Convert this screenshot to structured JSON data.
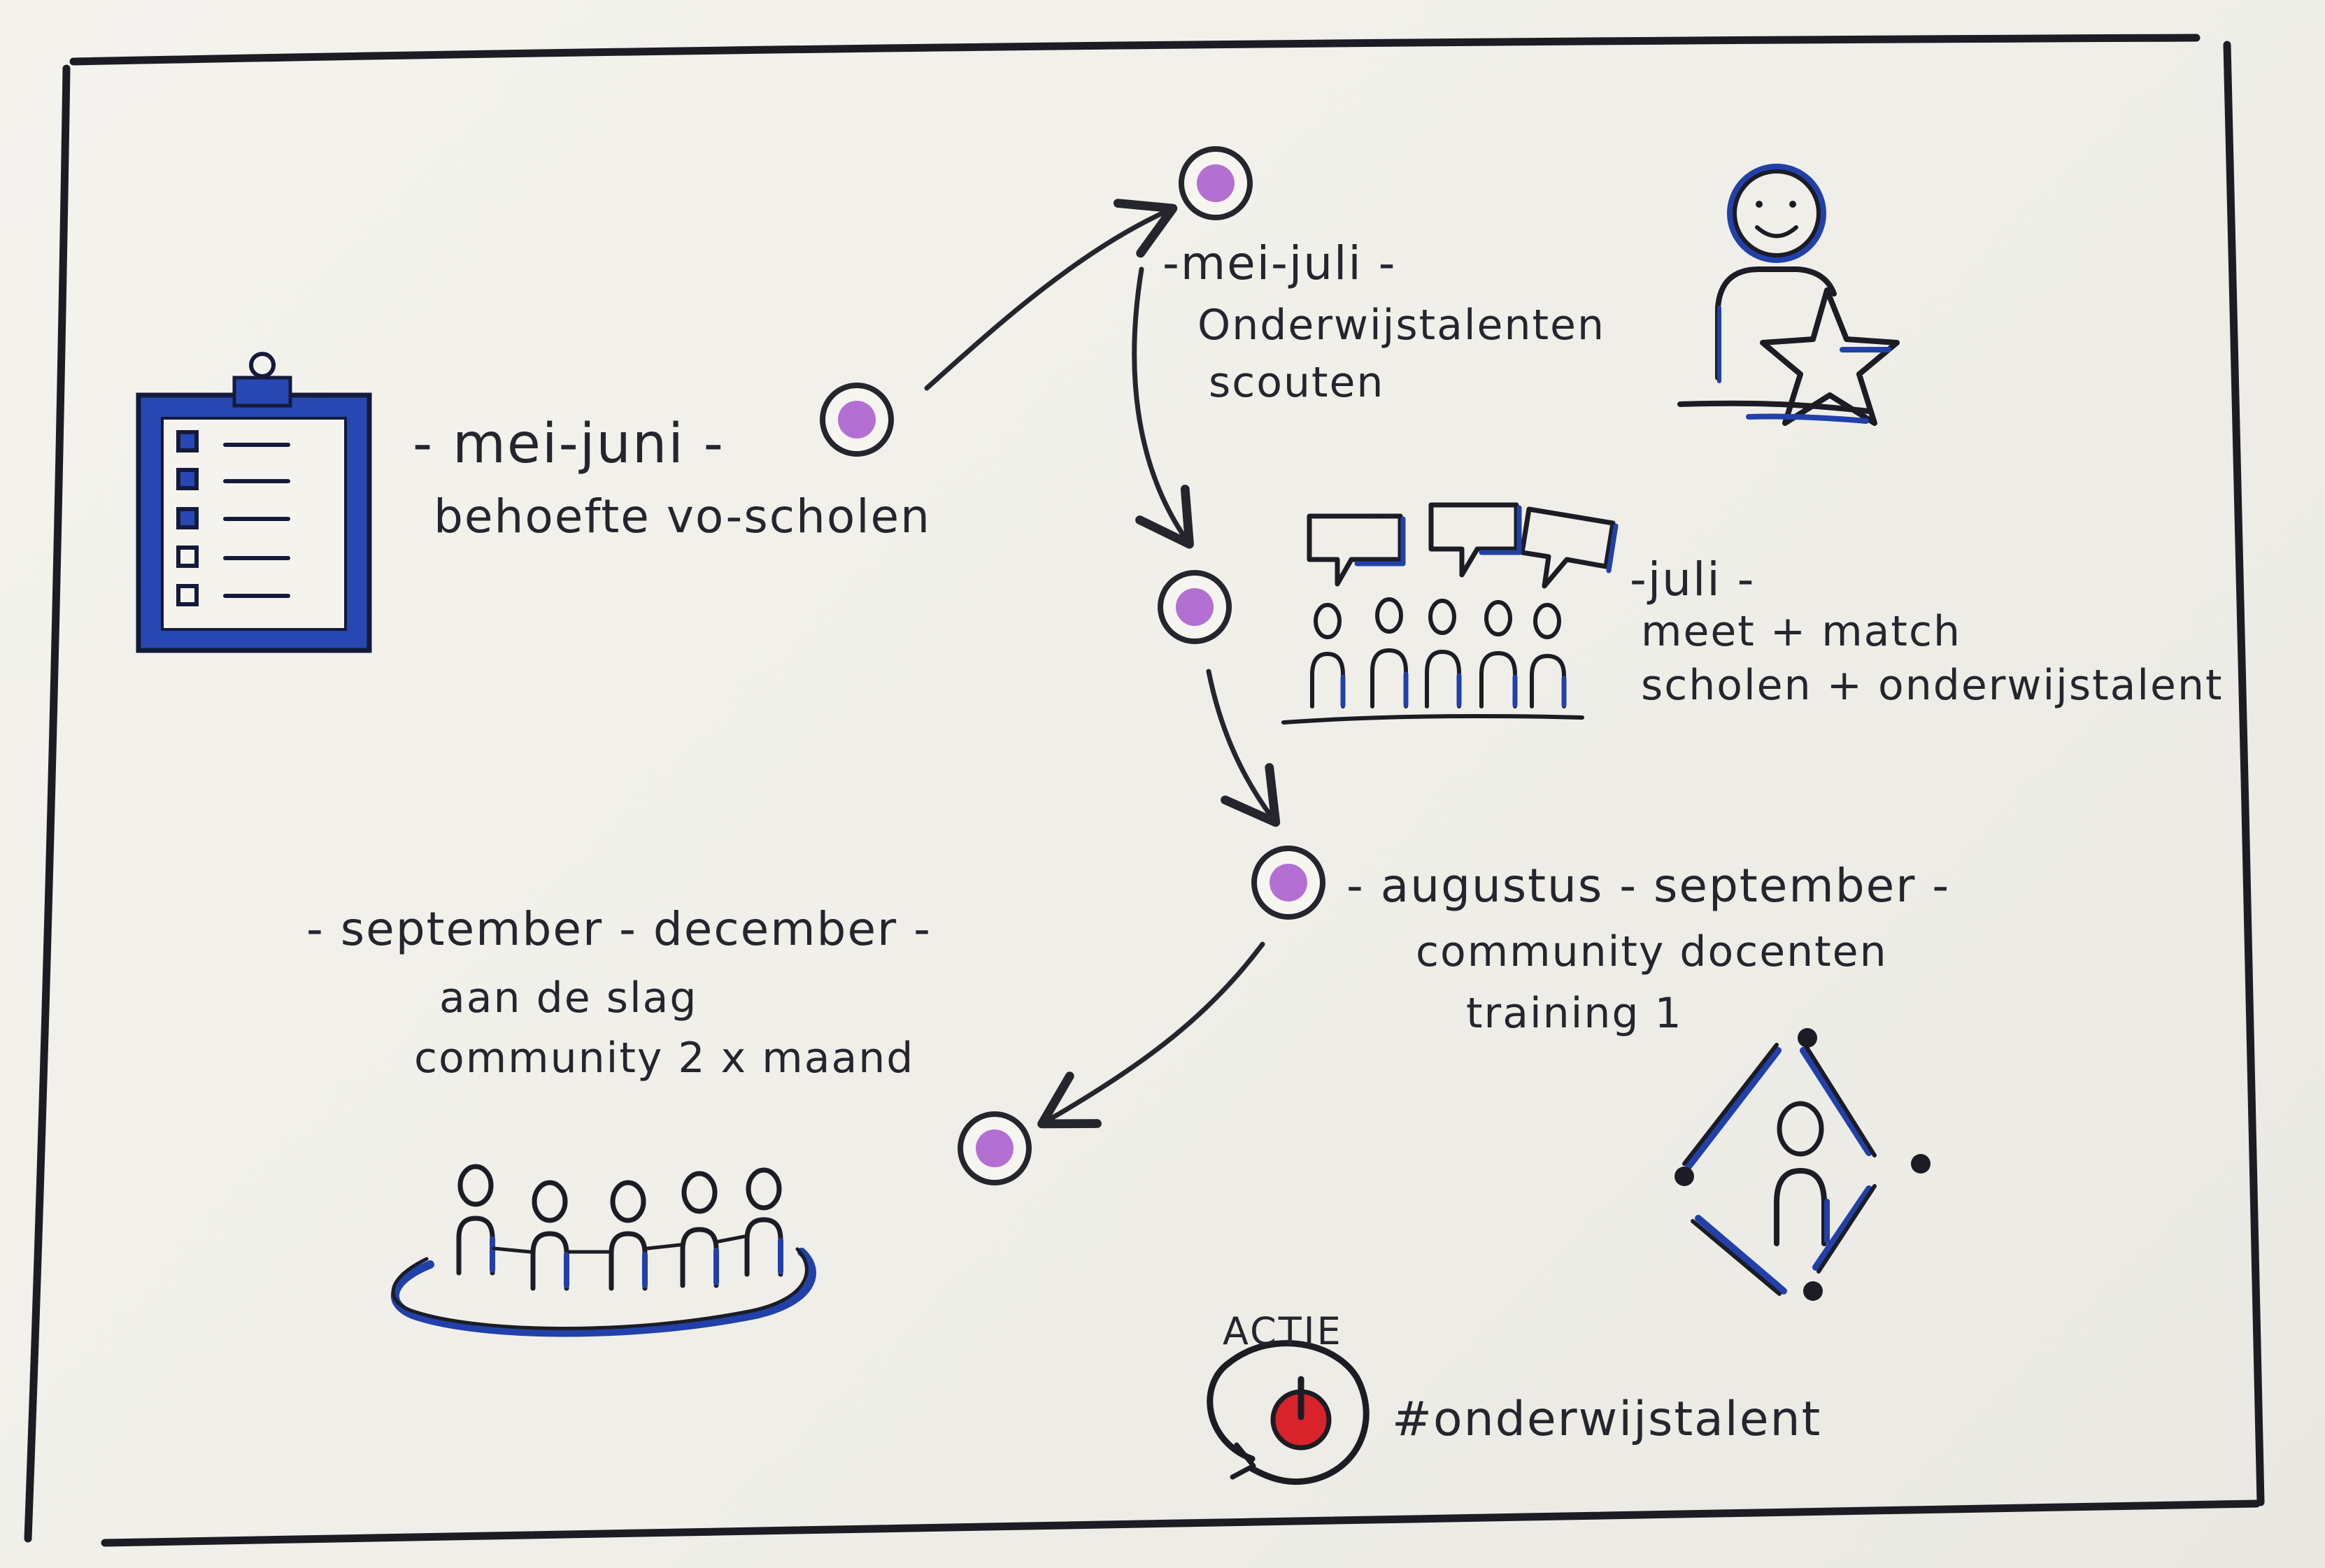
{
  "steps": [
    {
      "id": "step1",
      "period": "- mei-juni -",
      "description": "behoefte vo-scholen",
      "icon": "clipboard-checklist-icon"
    },
    {
      "id": "step2",
      "period": "-mei-juli -",
      "description": [
        "Onderwijstalenten",
        "scouten"
      ],
      "icon": "person-with-star-icon"
    },
    {
      "id": "step3",
      "period": "-juli -",
      "description": [
        "meet + match",
        "scholen + onderwijstalent"
      ],
      "icon": "group-speech-bubbles-icon"
    },
    {
      "id": "step4",
      "period": "- augustus - september -",
      "description": [
        "community docenten",
        "training 1"
      ],
      "icon": "person-network-diamond-icon"
    },
    {
      "id": "step5",
      "period": "- september - december -",
      "description": [
        "aan de slag",
        "community 2 x maand"
      ],
      "icon": "connected-community-icon"
    }
  ],
  "action": {
    "label": "ACTIE",
    "hashtag": "#onderwijstalent",
    "icon": "power-button-icon"
  },
  "colors": {
    "ink": "#25252d",
    "marker_blue": "#1f3fa8",
    "dot_purple": "#b46fd2",
    "action_red": "#d9232a",
    "paper": "#f2f1ec"
  }
}
